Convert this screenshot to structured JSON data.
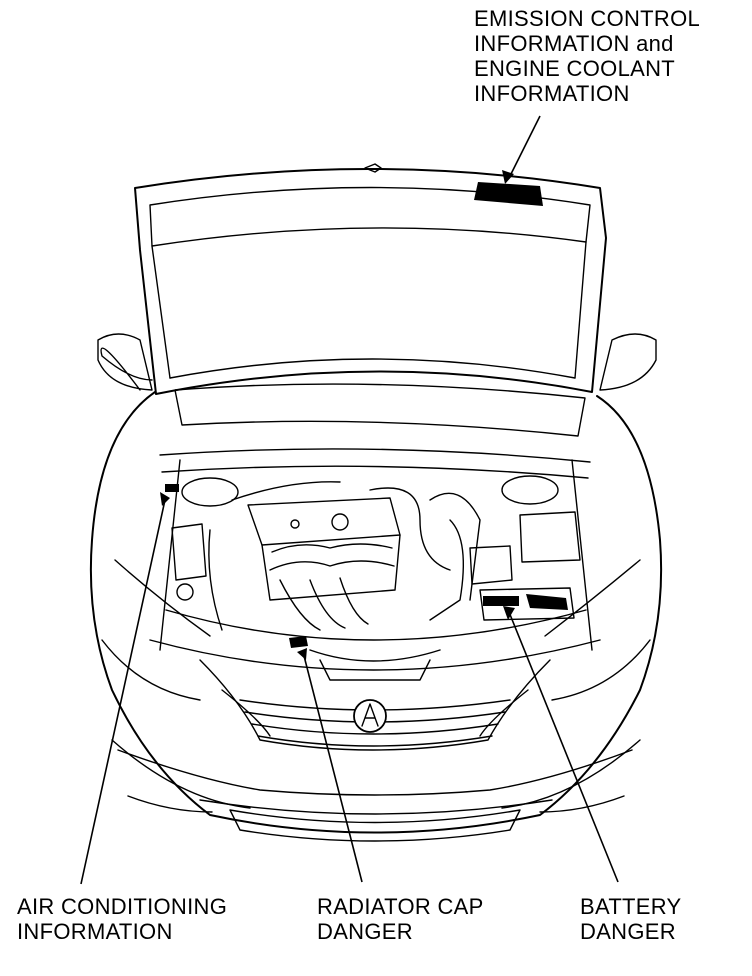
{
  "labels": {
    "emission": [
      "EMISSION CONTROL",
      "INFORMATION and",
      "ENGINE COOLANT",
      "INFORMATION"
    ],
    "air_conditioning": [
      "AIR CONDITIONING",
      "INFORMATION"
    ],
    "radiator_cap": [
      "RADIATOR CAP",
      "DANGER"
    ],
    "battery": [
      "BATTERY",
      "DANGER"
    ]
  },
  "colors": {
    "line": "#000000",
    "background": "#ffffff"
  }
}
